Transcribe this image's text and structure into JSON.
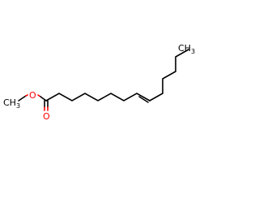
{
  "molecule": {
    "methyl_label": "CH",
    "methyl_subscript": "3",
    "ester_oxygen_label": "O",
    "carbonyl_oxygen_label": "O",
    "terminal_methyl_label": "CH",
    "terminal_methyl_subscript": "3"
  },
  "colors": {
    "bond": "#000000",
    "oxygen": "#ff0000"
  }
}
